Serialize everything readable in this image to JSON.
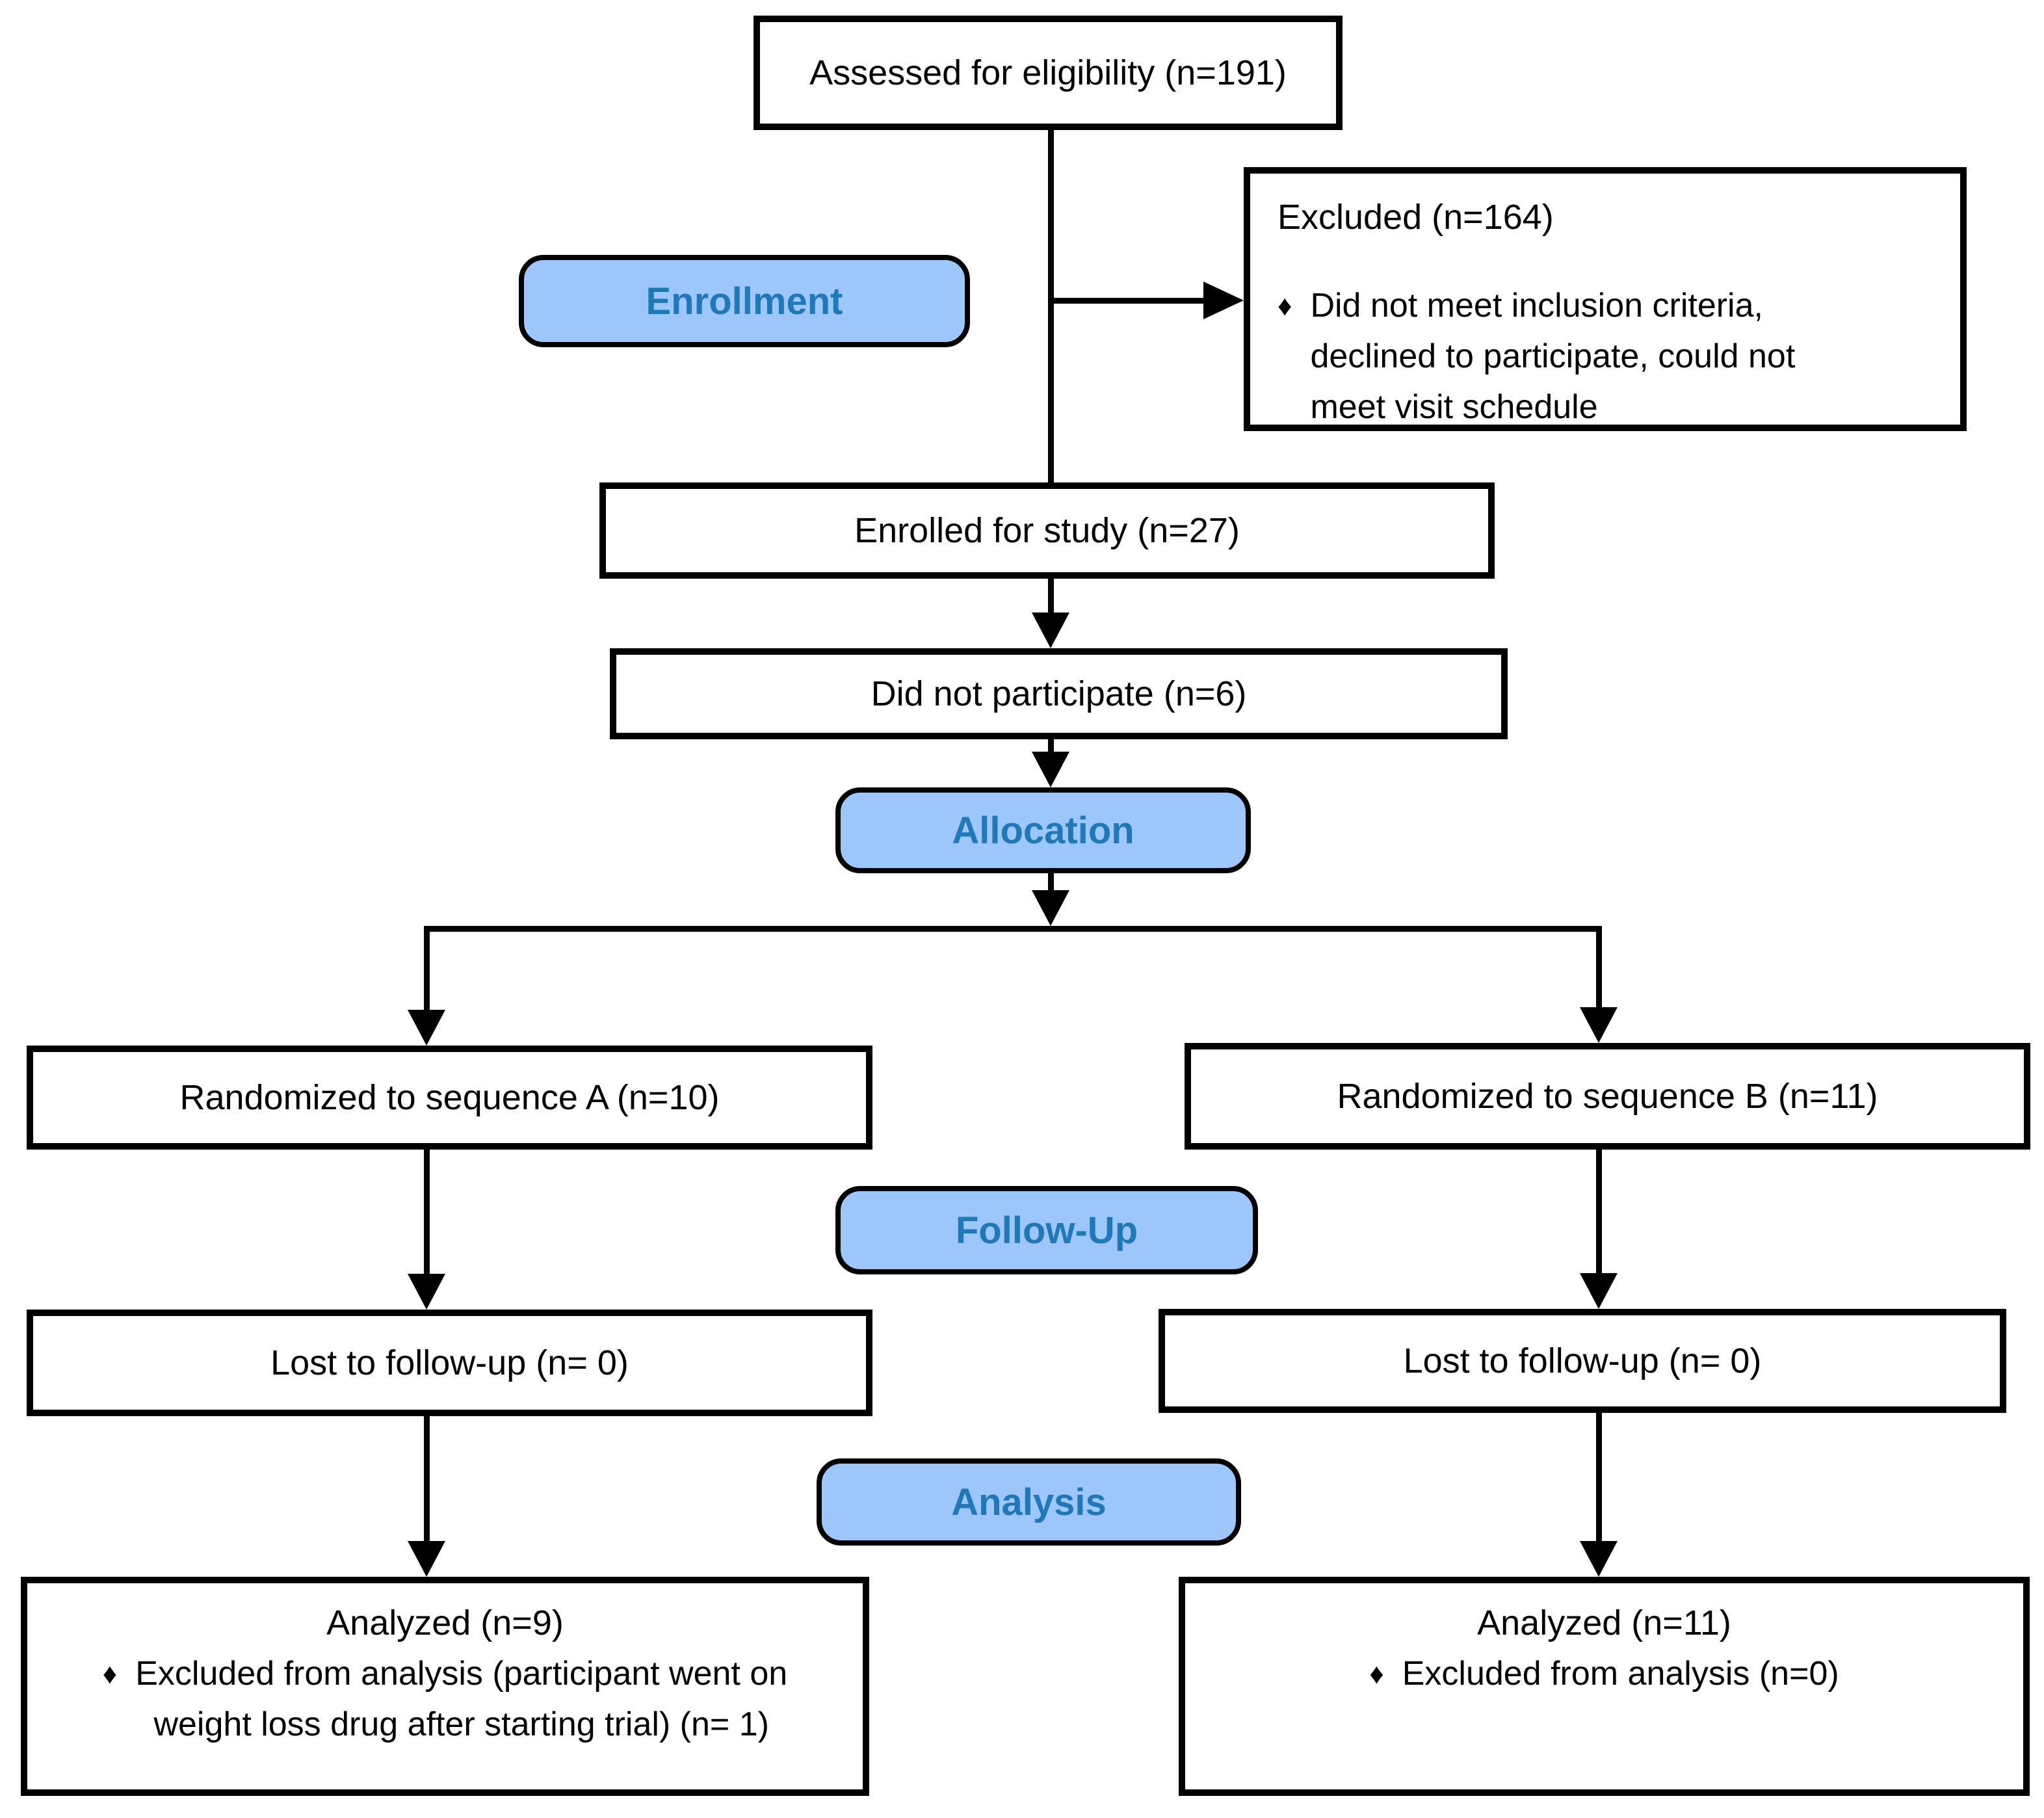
{
  "flowchart": {
    "phase_labels": {
      "enrollment": "Enrollment",
      "allocation": "Allocation",
      "follow_up": "Follow-Up",
      "analysis": "Analysis"
    },
    "nodes": {
      "assessed": "Assessed for eligibility (n=191)",
      "excluded_title": "Excluded (n=164)",
      "excluded_reason": "Did not meet inclusion criteria,\ndeclined to participate, could not\nmeet visit schedule",
      "enrolled": "Enrolled for study (n=27)",
      "did_not_participate": "Did not participate (n=6)",
      "randomized_a": "Randomized to sequence A (n=10)",
      "randomized_b": "Randomized to sequence B (n=11)",
      "lost_a": "Lost to follow-up (n= 0)",
      "lost_b": "Lost to follow-up (n= 0)",
      "analyzed_a_title": "Analyzed (n=9)",
      "analyzed_a_note": "Excluded from analysis (participant went on\nweight loss drug after starting trial) (n= 1)",
      "analyzed_b_title": "Analyzed (n=11)",
      "analyzed_b_note": "Excluded from analysis (n=0)"
    },
    "bullet_glyph": "♦",
    "colors": {
      "phase_fill": "#9DC6FA",
      "phase_text": "#2178B8",
      "line": "#000000",
      "box_fill": "#FFFFFF",
      "box_border": "#000000"
    }
  }
}
